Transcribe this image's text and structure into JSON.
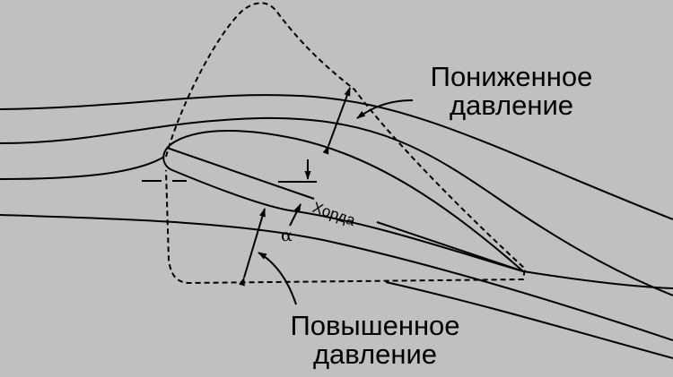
{
  "labels": {
    "low_pressure_line1": "Пониженное",
    "low_pressure_line2": "давление",
    "high_pressure_line1": "Повышенное",
    "high_pressure_line2": "давление",
    "chord": "Хорда",
    "angle": "α"
  }
}
